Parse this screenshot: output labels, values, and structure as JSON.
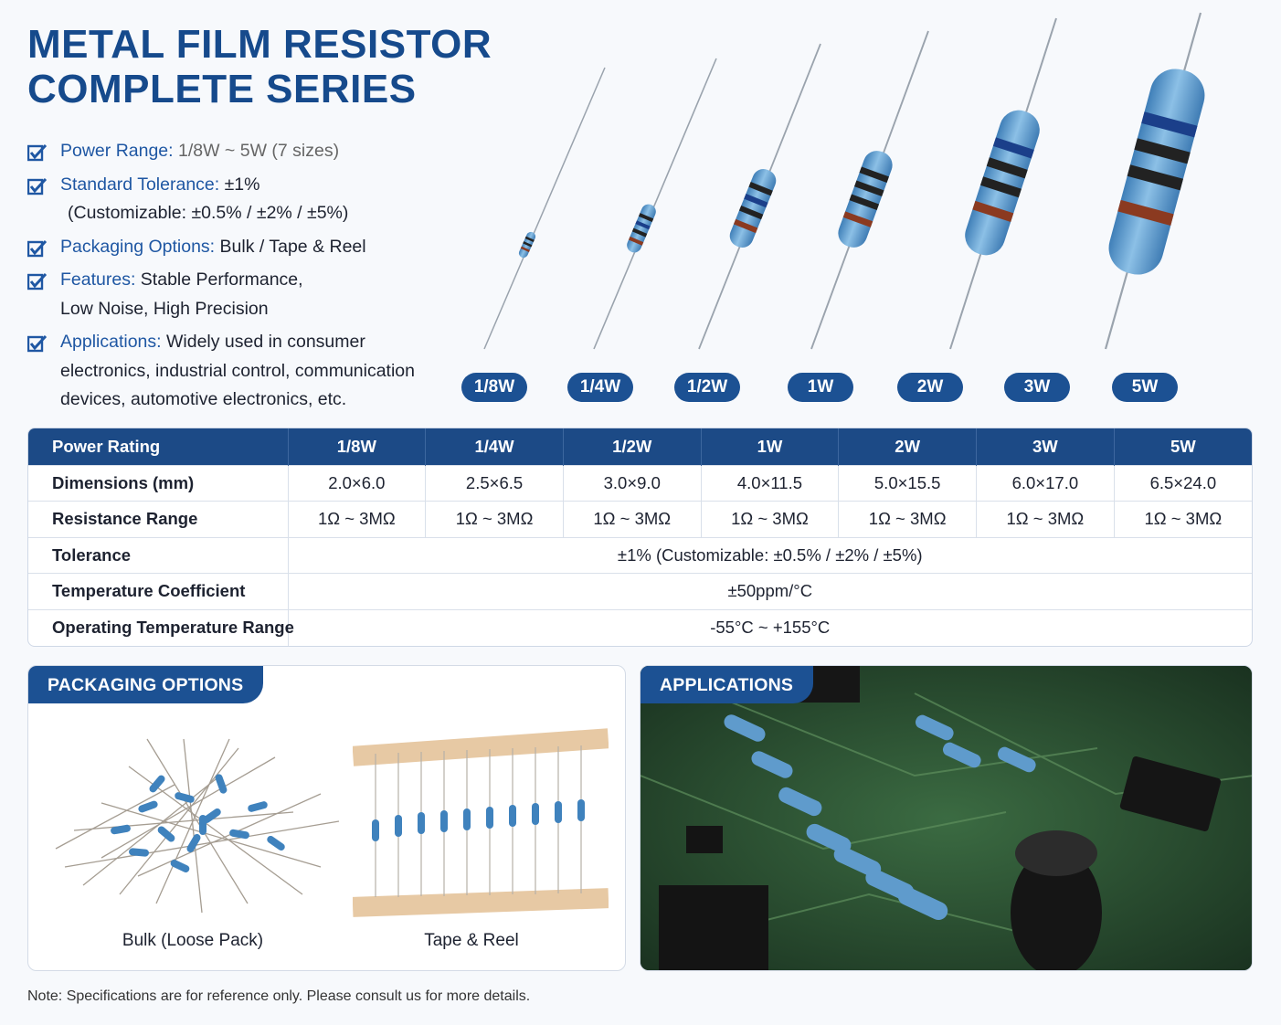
{
  "title": {
    "line1": "METAL FILM RESISTOR",
    "line2": "COMPLETE SERIES"
  },
  "features": [
    {
      "label": "Power Range:",
      "value": "1/8W ~ 5W",
      "extra": " (7 sizes)"
    },
    {
      "label": "Standard Tolerance:",
      "value": "±1%",
      "extra": "(Customizable: ±0.5% / ±2% / ±5%)"
    },
    {
      "label": "Packaging Options:",
      "value": "Bulk / Tape & Reel"
    },
    {
      "label": "Features:",
      "value": "Stable Performance,",
      "extra": "Low Noise, High Precision"
    },
    {
      "label": "Applications:",
      "value": "Widely used in consumer",
      "extra": "electronics, industrial control, communication",
      "extra2": "devices, automotive electronics, etc."
    }
  ],
  "badges": [
    "1/8W",
    "1/4W",
    "1/2W",
    "1W",
    "2W",
    "3W",
    "5W"
  ],
  "spec_table": {
    "header": [
      "Power Rating",
      "1/8W",
      "1/4W",
      "1/2W",
      "1W",
      "2W",
      "3W",
      "5W"
    ],
    "dimensions": {
      "label": "Dimensions (mm)",
      "values": [
        "2.0×6.0",
        "2.5×6.5",
        "3.0×9.0",
        "4.0×11.5",
        "5.0×15.5",
        "6.0×17.0",
        "6.5×24.0"
      ]
    },
    "resistance": {
      "label": "Resistance Range",
      "values": [
        "1Ω ~ 3MΩ",
        "1Ω ~ 3MΩ",
        "1Ω ~ 3MΩ",
        "1Ω ~ 3MΩ",
        "1Ω ~ 3MΩ",
        "1Ω ~ 3MΩ",
        "1Ω ~ 3MΩ"
      ]
    },
    "tolerance": {
      "label": "Tolerance",
      "value": "±1% (Customizable: ±0.5% / ±2% / ±5%)"
    },
    "tempco": {
      "label": "Temperature Coefficient",
      "value": "±50ppm/°C"
    },
    "optemp": {
      "label": "Operating Temperature Range",
      "value": "-55°C ~ +155°C"
    }
  },
  "packaging": {
    "tab": "PACKAGING OPTIONS",
    "bulk": "Bulk (Loose Pack)",
    "tape": "Tape & Reel"
  },
  "applications": {
    "tab": "APPLICATIONS"
  },
  "note": "Note: Specifications are for reference only. Please consult us for more details.",
  "colors": {
    "brand": "#164a8c",
    "header": "#1c4a86",
    "badge": "#1c5193",
    "resistor_body": "#6fa9d6",
    "pcb": "#23442c"
  }
}
